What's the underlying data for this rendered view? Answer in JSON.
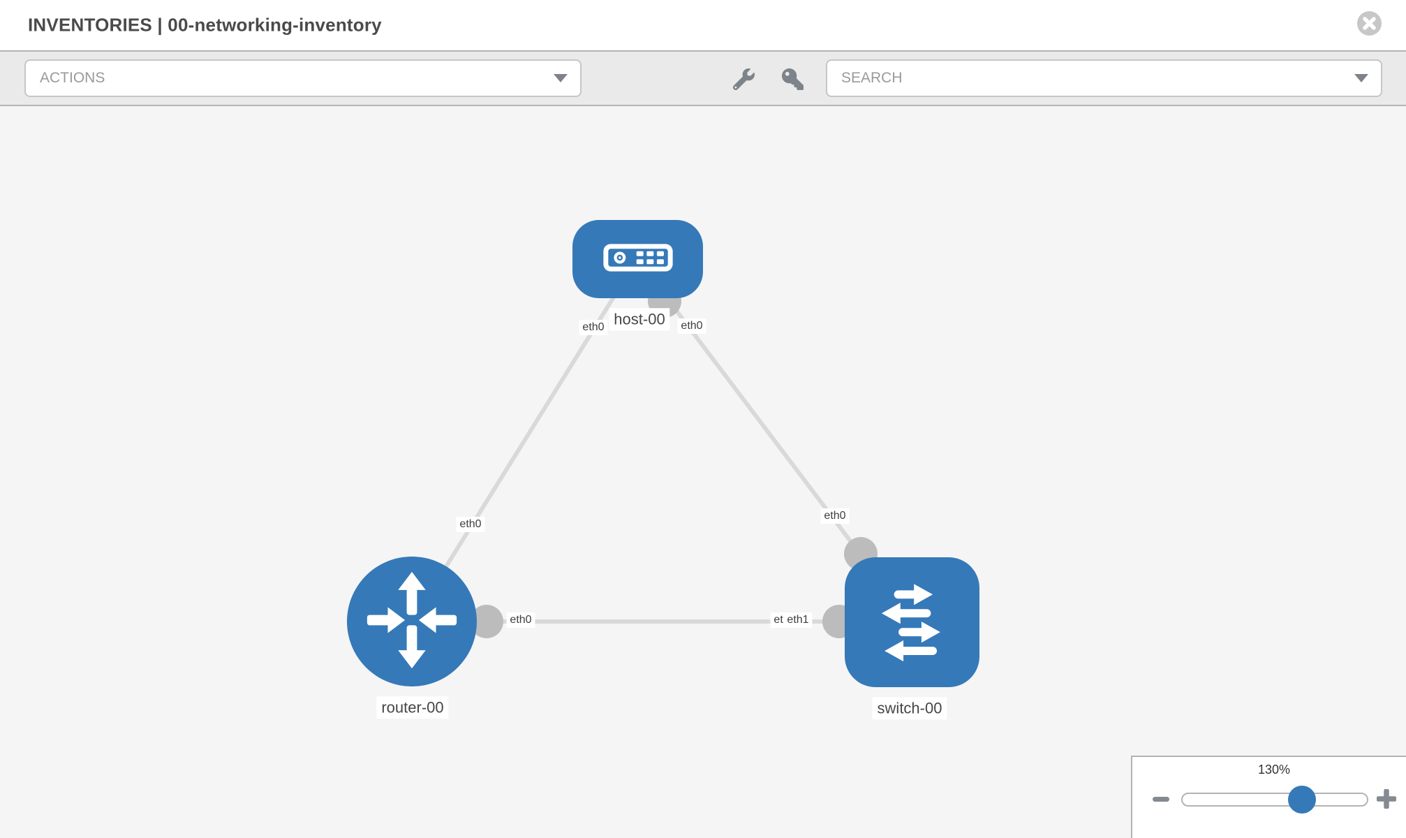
{
  "header": {
    "title": "INVENTORIES | 00-networking-inventory"
  },
  "toolbar": {
    "actions_label": "ACTIONS",
    "search_label": "SEARCH"
  },
  "topology": {
    "links": [
      {
        "from": "host-00",
        "from_iface": "eth0",
        "to": "router-00",
        "to_iface": "eth0"
      },
      {
        "from": "host-00",
        "from_iface": "eth0",
        "to": "switch-00",
        "to_iface": "eth0"
      },
      {
        "from": "router-00",
        "from_iface": "eth0",
        "to": "switch-00",
        "to_iface": "eth1"
      }
    ],
    "labels": {
      "host": "host-00",
      "router": "router-00",
      "switch": "switch-00",
      "host_router_at_host": "eth0",
      "host_router_at_router": "eth0",
      "host_switch_at_host": "eth0",
      "host_switch_at_switch": "eth0",
      "router_switch_at_router": "eth0",
      "router_switch_at_switch_hidden": "eth0",
      "router_switch_at_switch": "eth1"
    }
  },
  "zoom_control": {
    "value": "130%"
  },
  "colors": {
    "node_blue": "#3579b8",
    "link_gray": "#d9d9d9",
    "endpoint_gray": "#bcbcbc",
    "canvas_bg": "#f5f5f5",
    "toolbar_bg": "#eaeaea"
  }
}
